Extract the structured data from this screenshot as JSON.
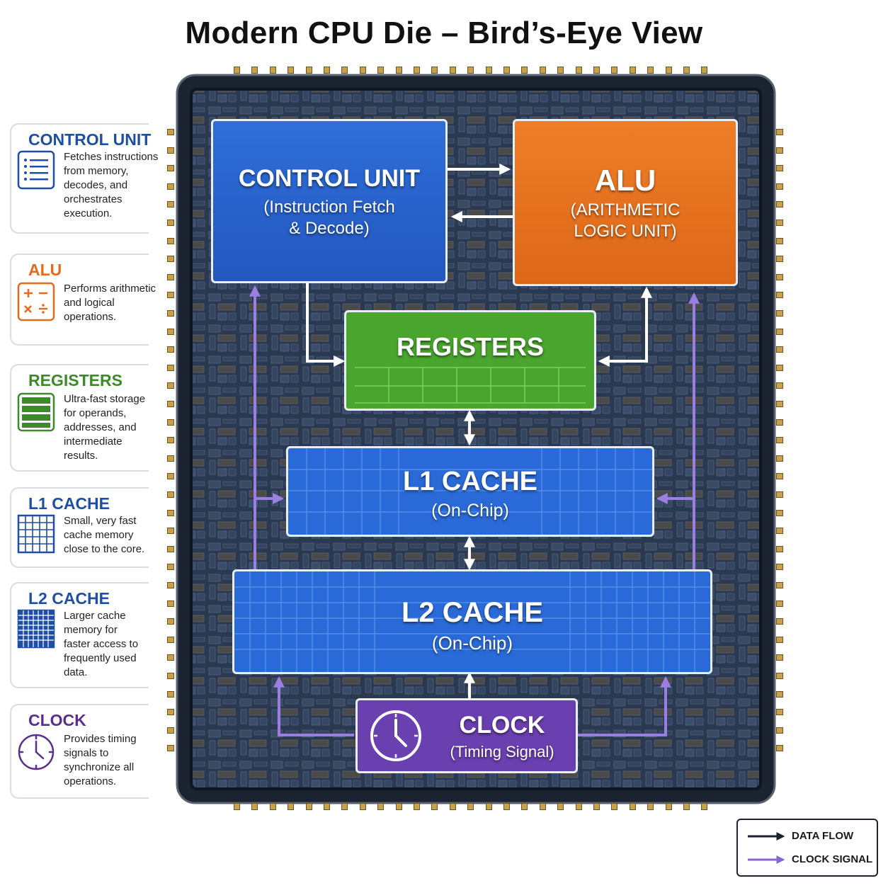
{
  "title": "Modern CPU Die – Bird’s-Eye View",
  "sidebar": [
    {
      "title": "CONTROL UNIT",
      "color": "#1f4fa3",
      "icon": "list-icon",
      "lines": [
        "Fetches instructions",
        "from memory,",
        "decodes, and",
        "orchestrates",
        "execution."
      ]
    },
    {
      "title": "ALU",
      "color": "#e46a1c",
      "icon": "arithmetic-icon",
      "lines": [
        "Performs arithmetic",
        "and logical",
        "operations."
      ]
    },
    {
      "title": "REGISTERS",
      "color": "#3d8a28",
      "icon": "registers-icon",
      "lines": [
        "Ultra-fast storage",
        "for operands,",
        "addresses, and",
        "intermediate",
        "results."
      ]
    },
    {
      "title": "L1 CACHE",
      "color": "#1f4fa3",
      "icon": "grid-icon",
      "lines": [
        "Small, very fast",
        "cache memory",
        "close to the core."
      ]
    },
    {
      "title": "L2 CACHE",
      "color": "#1f4fa3",
      "icon": "dense-grid-icon",
      "lines": [
        "Larger cache",
        "memory for",
        "faster access to",
        "frequently used",
        "data."
      ]
    },
    {
      "title": "CLOCK",
      "color": "#5b2d8e",
      "icon": "clock-icon",
      "lines": [
        "Provides timing",
        "signals to",
        "synchronize all",
        "operations."
      ]
    }
  ],
  "die": {
    "control_unit": {
      "title": "CONTROL UNIT",
      "sub1": "(Instruction Fetch",
      "sub2": "& Decode)",
      "color": "#2a64d0"
    },
    "alu": {
      "title": "ALU",
      "sub1": "(ARITHMETIC",
      "sub2": "LOGIC UNIT)",
      "color": "#e8741f"
    },
    "registers": {
      "title": "REGISTERS",
      "color": "#49a52e"
    },
    "l1": {
      "title": "L1 CACHE",
      "sub": "(On-Chip)",
      "color": "#2a6ad8"
    },
    "l2": {
      "title": "L2 CACHE",
      "sub": "(On-Chip)",
      "color": "#2a6ad8"
    },
    "clock": {
      "title": "CLOCK",
      "sub": "(Timing Signal)",
      "color": "#6a3fb0"
    }
  },
  "legend": {
    "data_flow": "DATA FLOW",
    "clock_signal": "CLOCK SIGNAL"
  },
  "colors": {
    "die_bg": "#2a3850",
    "die_border": "#1b2230",
    "data_arrow": "#ffffff",
    "clock_arrow": "#9b7fe0",
    "legend_data": "#1c2230",
    "legend_clock": "#8a63d6"
  }
}
